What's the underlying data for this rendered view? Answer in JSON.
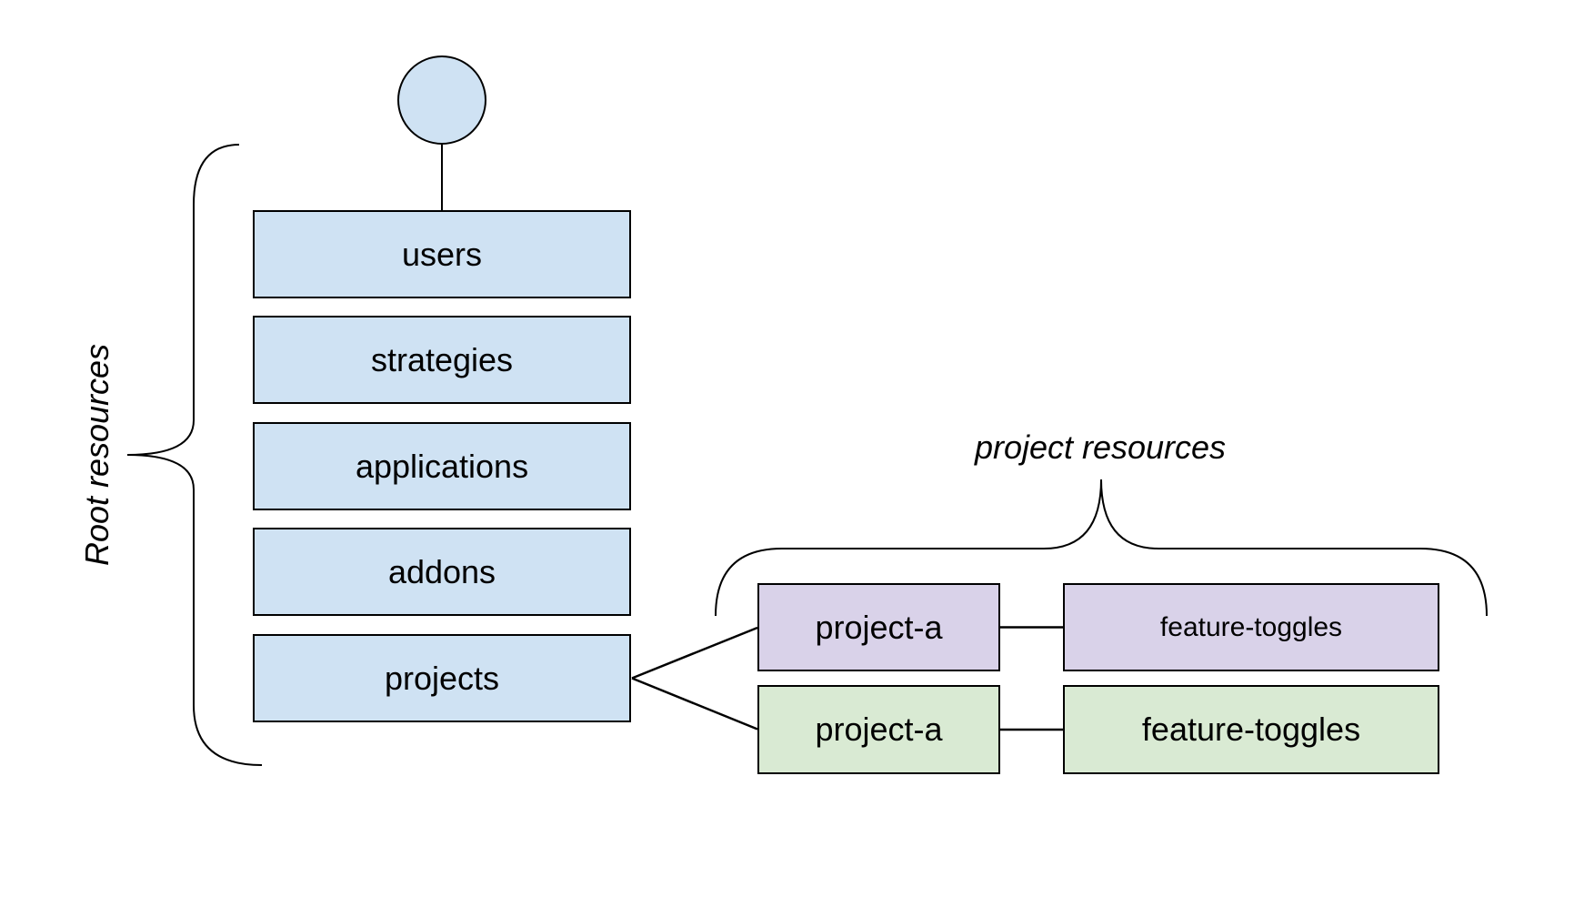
{
  "diagram": {
    "type": "resource-hierarchy-diagram",
    "colors": {
      "root_fill": "#cfe2f3",
      "project_row1_fill": "#d9d2e9",
      "project_row2_fill": "#d9ead3",
      "stroke": "#000000",
      "background": "#ffffff"
    },
    "root_group": {
      "label": "Root resources",
      "nodes": [
        {
          "label": "users"
        },
        {
          "label": "strategies"
        },
        {
          "label": "applications"
        },
        {
          "label": "addons"
        },
        {
          "label": "projects"
        }
      ]
    },
    "project_group": {
      "label": "project resources",
      "rows": [
        {
          "color": "purple",
          "nodes": [
            {
              "label": "project-a"
            },
            {
              "label": "feature-toggles"
            }
          ]
        },
        {
          "color": "green",
          "nodes": [
            {
              "label": "project-a"
            },
            {
              "label": "feature-toggles"
            }
          ]
        }
      ]
    }
  }
}
